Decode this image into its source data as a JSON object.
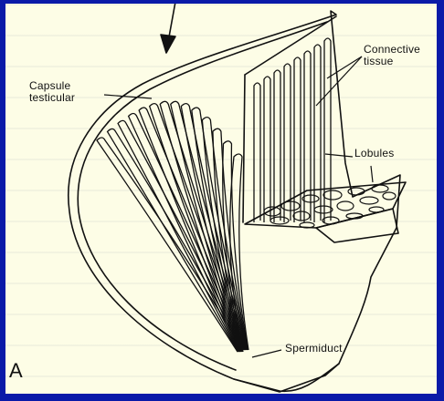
{
  "figure": {
    "letter": "A",
    "labels": {
      "capsule_line1": "Capsule",
      "capsule_line2": "testicular",
      "connective_line1": "Connective",
      "connective_line2": "tissue",
      "lobules": "Lobules",
      "spermiduct": "Spermiduct"
    }
  },
  "colors": {
    "border": "#0a1aa8",
    "paper": "#fdfde6",
    "ink": "#111111"
  }
}
